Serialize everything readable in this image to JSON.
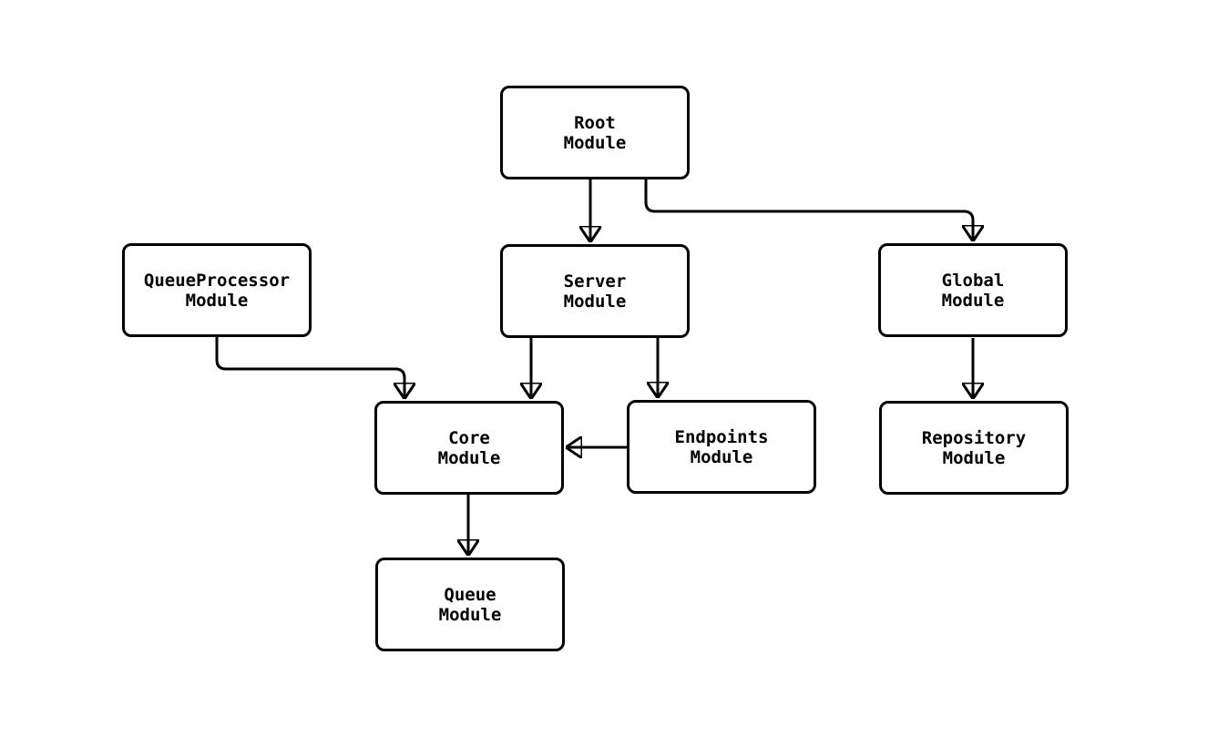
{
  "diagram": {
    "type": "module-dependency-graph",
    "colors": {
      "background": "#ffffff",
      "node_fill": "#ffffff",
      "node_stroke": "#000000",
      "edge_stroke": "#000000",
      "text": "#000000"
    },
    "nodes": [
      {
        "id": "root",
        "line1": "Root",
        "line2": "Module"
      },
      {
        "id": "queueprocessor",
        "line1": "QueueProcessor",
        "line2": "Module"
      },
      {
        "id": "server",
        "line1": "Server",
        "line2": "Module"
      },
      {
        "id": "global",
        "line1": "Global",
        "line2": "Module"
      },
      {
        "id": "core",
        "line1": "Core",
        "line2": "Module"
      },
      {
        "id": "endpoints",
        "line1": "Endpoints",
        "line2": "Module"
      },
      {
        "id": "repository",
        "line1": "Repository",
        "line2": "Module"
      },
      {
        "id": "queue",
        "line1": "Queue",
        "line2": "Module"
      }
    ],
    "edges": [
      {
        "from": "root",
        "to": "server"
      },
      {
        "from": "root",
        "to": "global"
      },
      {
        "from": "queueprocessor",
        "to": "core"
      },
      {
        "from": "server",
        "to": "core"
      },
      {
        "from": "server",
        "to": "endpoints"
      },
      {
        "from": "endpoints",
        "to": "core"
      },
      {
        "from": "global",
        "to": "repository"
      },
      {
        "from": "core",
        "to": "queue"
      }
    ]
  }
}
